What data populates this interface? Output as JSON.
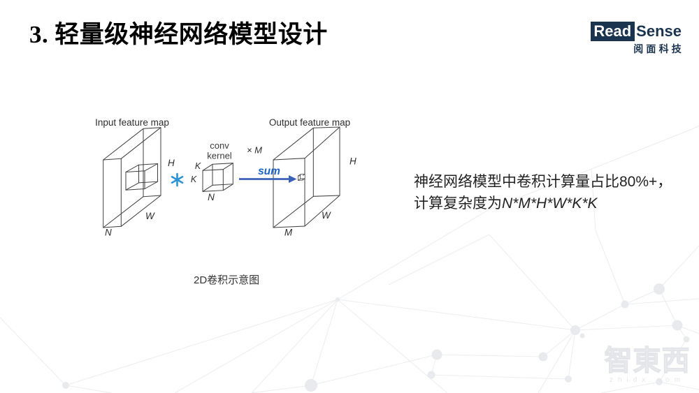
{
  "title": {
    "number": "3.",
    "text": "轻量级神经网络模型设计"
  },
  "logo": {
    "read": "Read",
    "sense": "Sense",
    "subtitle": "阅面科技"
  },
  "diagram": {
    "input_label": "Input feature map",
    "output_label": "Output feature map",
    "kernel_label_line1": "conv",
    "kernel_label_line2": "kernel",
    "multiply_label": "× M",
    "sum_label": "sum",
    "operator": "*",
    "dim_h": "H",
    "dim_w": "W",
    "dim_n": "N",
    "dim_k": "K",
    "dim_m": "M",
    "caption": "2D卷积示意图"
  },
  "description": {
    "line1": "神经网络模型中卷积计算量占比80%+，",
    "line2_prefix": "计算复杂度为",
    "line2_formula": "N*M*H*W*K*K"
  },
  "watermark": {
    "brand": "智東西",
    "domain": "zhidx.com"
  },
  "colors": {
    "logo_navy": "#1a3450",
    "diagram_line": "#3f3f3f",
    "accent_blue": "#2b93d6",
    "arrow_blue": "#3a62b8",
    "sum_blue": "#1e63c5",
    "pattern_line": "#ecedf0",
    "pattern_node": "#e8eaee"
  }
}
